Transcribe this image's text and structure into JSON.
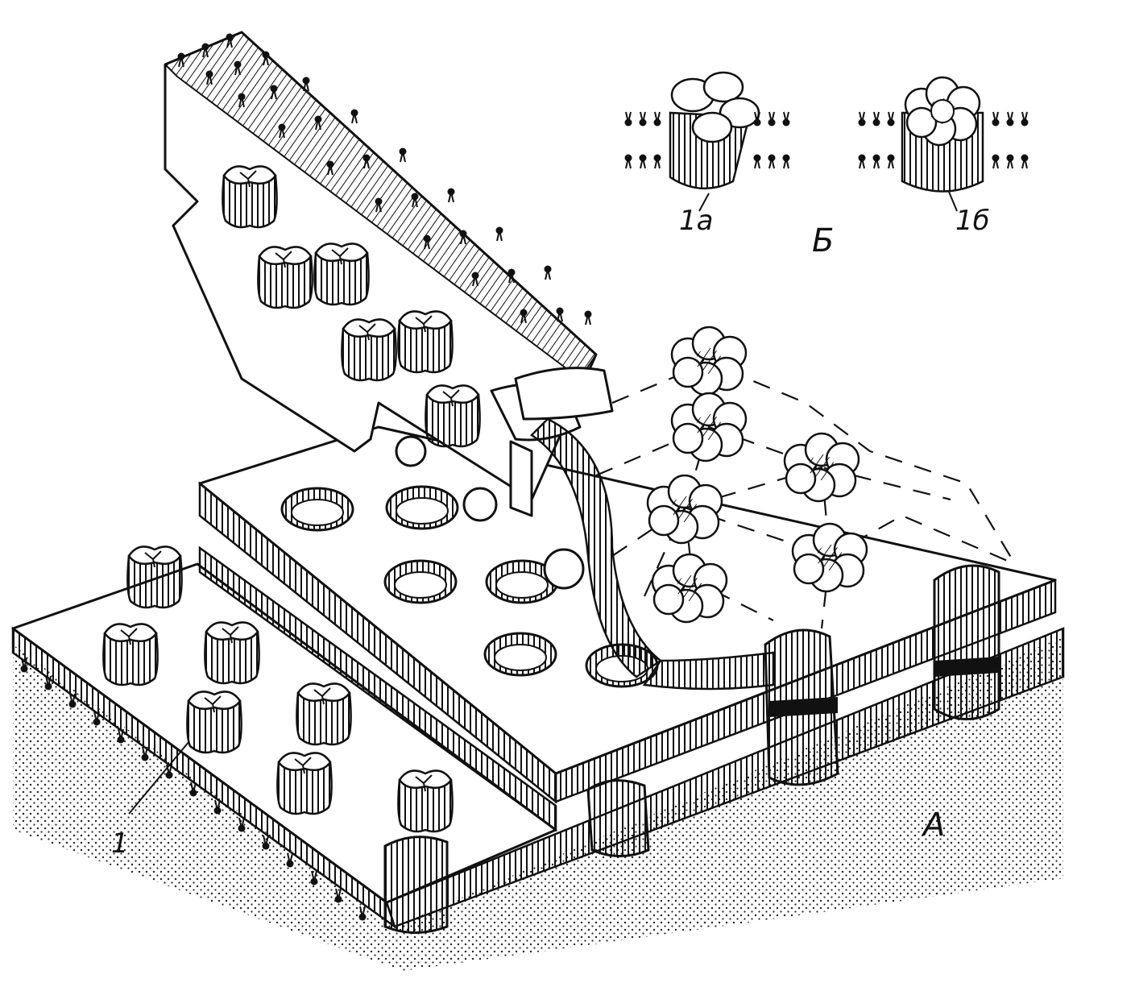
{
  "labels": {
    "connexon": "1",
    "closed_state": "1a",
    "open_state": "1б",
    "panel_b": "Б",
    "panel_a": "А"
  }
}
